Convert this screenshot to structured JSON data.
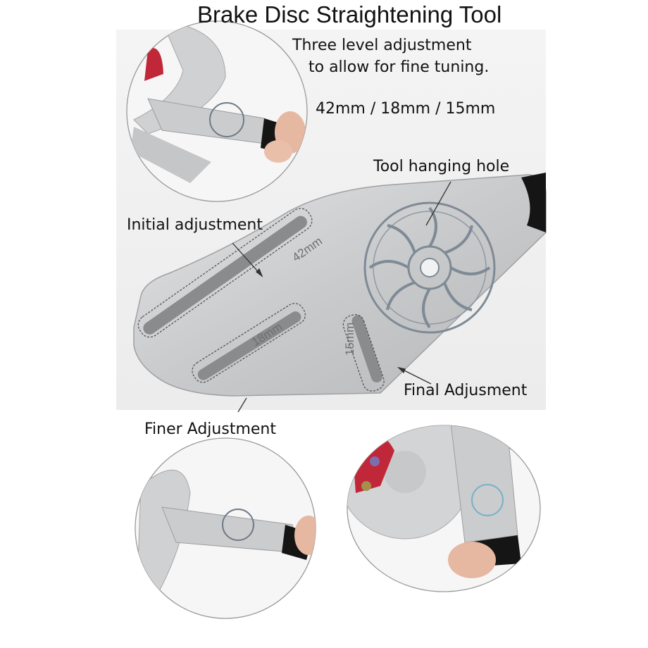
{
  "title": "Brake Disc Straightening Tool",
  "intro": {
    "line1": "Three level adjustment",
    "line2": "to allow for fine tuning.",
    "sizes": "42mm / 18mm / 15mm"
  },
  "callouts": {
    "hanging_hole": "Tool hanging hole",
    "initial": "Initial adjustment",
    "finer": "Finer Adjustment",
    "final": "Final Adjusment"
  },
  "slot_labels": {
    "s42": "42mm",
    "s18": "18mm",
    "s15": "15mm"
  },
  "colors": {
    "steel": "#cfd0d2",
    "handle": "#111111",
    "rotor_red": "#c0283a",
    "text": "#111111"
  }
}
